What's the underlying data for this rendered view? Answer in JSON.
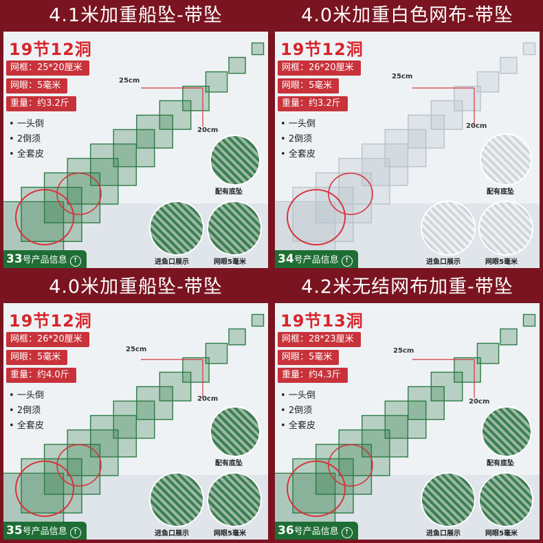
{
  "panels": [
    {
      "title": "4.1米加重船坠-带坠",
      "headline": "19节12洞",
      "frame": "网框：25*20厘米",
      "mesh": "网眼：5毫米",
      "weight": "重量：约3.2斤",
      "features": [
        "一头倒",
        "2倒须",
        "全套皮"
      ],
      "dim_a": "25cm",
      "dim_b": "20cm",
      "inset_weight": "配有底坠",
      "inset_entry": "进鱼口展示",
      "inset_mesh": "网眼5毫米",
      "model_num": "33",
      "model_text": "号产品信息",
      "net_color": "#2d7a45"
    },
    {
      "title": "4.0米加重白色网布-带坠",
      "headline": "19节12洞",
      "frame": "网框：26*20厘米",
      "mesh": "网眼：5毫米",
      "weight": "重量：约3.2斤",
      "features": [
        "一头倒",
        "2倒须",
        "全套皮"
      ],
      "dim_a": "25cm",
      "dim_b": "20cm",
      "inset_weight": "配有底坠",
      "inset_entry": "进鱼口展示",
      "inset_mesh": "网眼5毫米",
      "model_num": "34",
      "model_text": "号产品信息",
      "net_color": "#b8c2c8"
    },
    {
      "title": "4.0米加重船坠-带坠",
      "headline": "19节12洞",
      "frame": "网框：26*20厘米",
      "mesh": "网眼：5毫米",
      "weight": "重量：约4.0斤",
      "features": [
        "一头倒",
        "2倒须",
        "全套皮"
      ],
      "dim_a": "25cm",
      "dim_b": "20cm",
      "inset_weight": "配有底坠",
      "inset_entry": "进鱼口展示",
      "inset_mesh": "网眼5毫米",
      "model_num": "35",
      "model_text": "号产品信息",
      "net_color": "#2d7a45"
    },
    {
      "title": "4.2米无结网布加重-带坠",
      "headline": "19节13洞",
      "frame": "网框：28*23厘米",
      "mesh": "网眼：5毫米",
      "weight": "重量：约4.3斤",
      "features": [
        "一头倒",
        "2倒须",
        "全套皮"
      ],
      "dim_a": "25cm",
      "dim_b": "20cm",
      "inset_weight": "配有底坠",
      "inset_entry": "进鱼口展示",
      "inset_mesh": "网眼5毫米",
      "model_num": "36",
      "model_text": "号产品信息",
      "net_color": "#2d7a45"
    }
  ]
}
